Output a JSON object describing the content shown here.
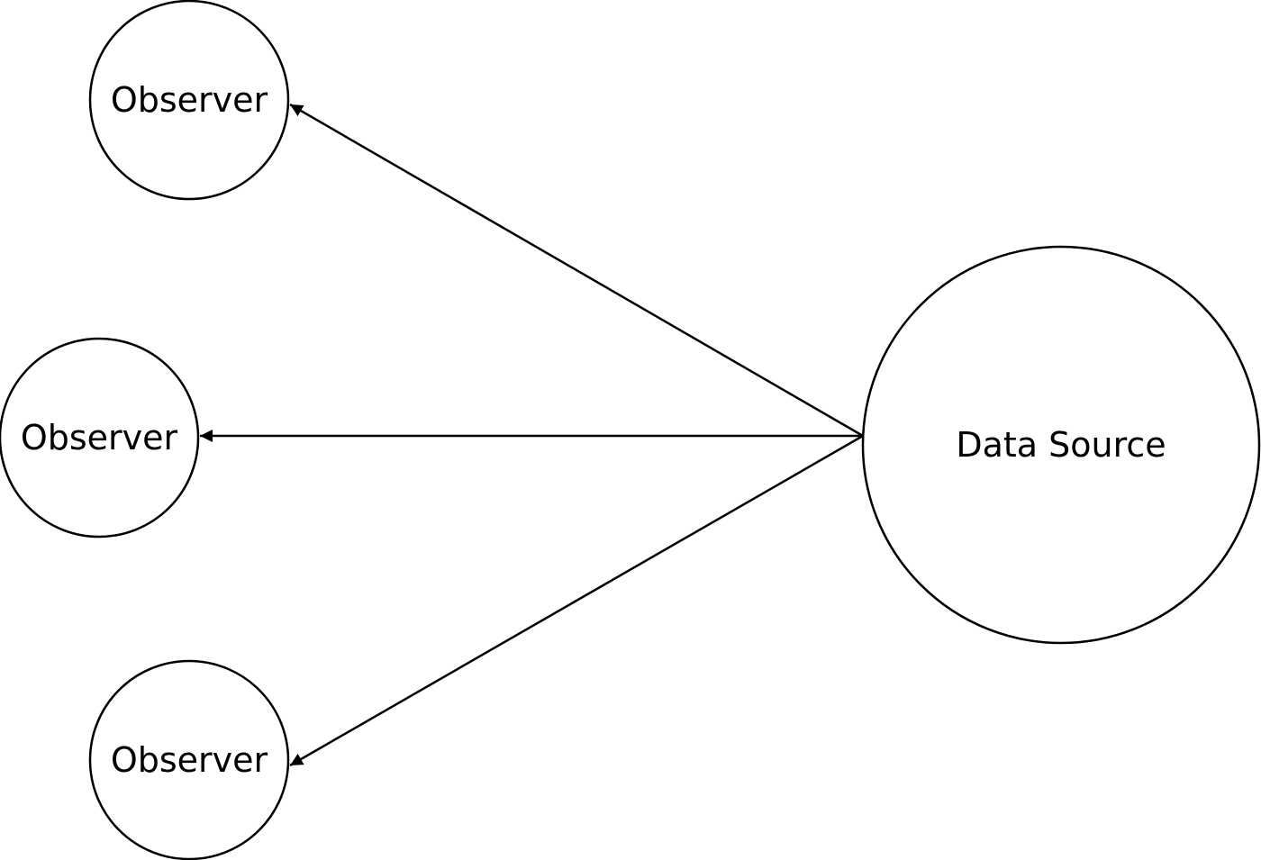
{
  "diagram": {
    "nodes": [
      {
        "id": "observer-top",
        "label": "Observer"
      },
      {
        "id": "observer-middle",
        "label": "Observer"
      },
      {
        "id": "observer-bottom",
        "label": "Observer"
      },
      {
        "id": "data-source",
        "label": "Data Source"
      }
    ],
    "edges": [
      {
        "from": "data-source",
        "to": "observer-top"
      },
      {
        "from": "data-source",
        "to": "observer-middle"
      },
      {
        "from": "data-source",
        "to": "observer-bottom"
      }
    ],
    "colors": {
      "stroke": "#000000",
      "fill": "#ffffff",
      "background": "#ffffff"
    }
  }
}
